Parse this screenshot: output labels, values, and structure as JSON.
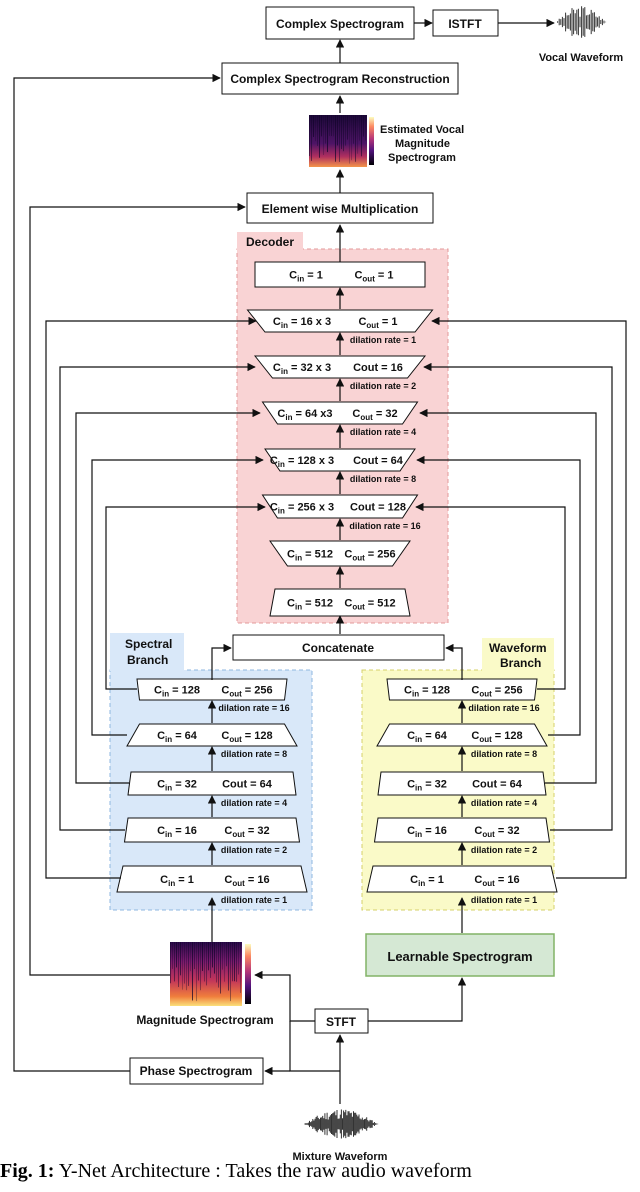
{
  "top": {
    "complex_spectrogram": "Complex Spectrogram",
    "istft": "ISTFT",
    "vocal_waveform": "Vocal Waveform",
    "reconstruction": "Complex Spectrogram Reconstruction",
    "estimated_lines": [
      "Estimated Vocal",
      "Magnitude",
      "Spectrogram"
    ],
    "element_wise": "Element wise Multiplication"
  },
  "decoder": {
    "title": "Decoder",
    "layers": [
      {
        "cin": "1",
        "cout": "1",
        "dilation": ""
      },
      {
        "cin": "16 x 3",
        "cout": "1",
        "dilation": "dilation rate = 1"
      },
      {
        "cin": "32 x 3",
        "cout": "16",
        "dilation": "dilation rate = 2"
      },
      {
        "cin": "64 x3",
        "cout": "32",
        "dilation": "dilation rate = 4"
      },
      {
        "cin": "128 x 3",
        "cout": "64",
        "dilation": "dilation rate = 8"
      },
      {
        "cin": "256 x 3",
        "cout": "128",
        "dilation": "dilation rate = 16"
      },
      {
        "cin": "512",
        "cout": "256",
        "dilation": ""
      },
      {
        "cin": "512",
        "cout": "512",
        "dilation": ""
      }
    ]
  },
  "concatenate": "Concatenate",
  "spectral": {
    "title_lines": [
      "Spectral",
      "Branch"
    ],
    "layers": [
      {
        "cin": "128",
        "cout": "256",
        "dilation": "dilation rate = 16"
      },
      {
        "cin": "64",
        "cout": "128",
        "dilation": "dilation rate = 8"
      },
      {
        "cin": "32",
        "cout": "64",
        "dilation": "dilation rate = 4"
      },
      {
        "cin": "16",
        "cout": "32",
        "dilation": "dilation rate = 2"
      },
      {
        "cin": "1",
        "cout": "16",
        "dilation": "dilation rate = 1"
      }
    ]
  },
  "waveform": {
    "title_lines": [
      "Waveform",
      "Branch"
    ],
    "layers": [
      {
        "cin": "128",
        "cout": "256",
        "dilation": "dilation rate = 16"
      },
      {
        "cin": "64",
        "cout": "128",
        "dilation": "dilation rate = 8"
      },
      {
        "cin": "32",
        "cout": "64",
        "dilation": "dilation rate = 4"
      },
      {
        "cin": "16",
        "cout": "32",
        "dilation": "dilation rate = 2"
      },
      {
        "cin": "1",
        "cout": "16",
        "dilation": "dilation rate = 1"
      }
    ]
  },
  "bottom": {
    "learnable": "Learnable Spectrogram",
    "magnitude": "Magnitude Spectrogram",
    "stft": "STFT",
    "phase": "Phase Spectrogram",
    "mixture": "Mixture Waveform"
  },
  "caption": {
    "label": "Fig. 1:",
    "text": "Y-Net Architecture : Takes the raw audio waveform"
  },
  "colors": {
    "decoder_bg": "#f9d3d4",
    "spectral_bg": "#d9e8f9",
    "waveform_bg": "#fafac8",
    "learnable_bg": "#d5e8d4",
    "learnable_border": "#82b366",
    "line": "#111111"
  }
}
